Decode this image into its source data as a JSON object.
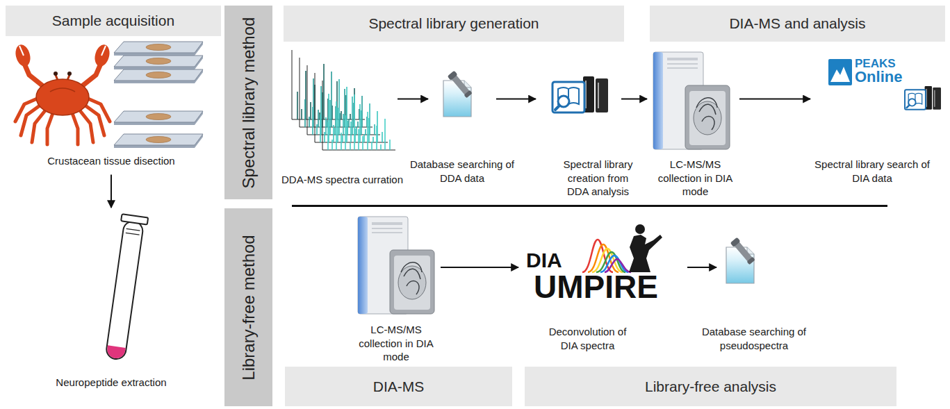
{
  "diagram": {
    "nodes": [
      {
        "text": [
          "Sample acquisition"
        ]
      },
      {
        "text": [
          "Spectral library generation"
        ]
      },
      {
        "text": [
          "DIA-MS and analysis"
        ]
      },
      {
        "text": [
          "Spectral library method"
        ]
      },
      {
        "text": [
          "Crustacean tissue disection"
        ]
      },
      {
        "text": [
          "DDA-MS spectra curration"
        ]
      },
      {
        "text": [
          "Database searching of DDA data"
        ]
      },
      {
        "text": [
          "Spectral library creation from DDA analysis"
        ]
      },
      {
        "text": [
          "LC-MS/MS collection in DIA mode"
        ]
      },
      {
        "text": [
          "Spectral library search of DIA data"
        ]
      },
      {
        "text": [
          "Neuropeptide extraction"
        ]
      },
      {
        "text": [
          "Library-free method"
        ]
      },
      {
        "text": [
          "LC-MS/MS collection in DIA mode"
        ]
      },
      {
        "text": [
          "Deconvolution of DIA spectra"
        ]
      },
      {
        "text": [
          "Database searching of pseudospectra"
        ]
      },
      {
        "text": [
          "DIA-MS"
        ]
      },
      {
        "text": [
          "Library-free analysis"
        ]
      }
    ],
    "edges": [
      {
        "from": 4,
        "to": 10,
        "arrow": "to"
      },
      {
        "from": 5,
        "to": 6,
        "arrow": "to"
      },
      {
        "from": 6,
        "to": 7,
        "arrow": "to"
      },
      {
        "from": 7,
        "to": 8,
        "arrow": "to"
      },
      {
        "from": 8,
        "to": 9,
        "arrow": "to"
      },
      {
        "from": 12,
        "to": 13,
        "arrow": "to"
      },
      {
        "from": 13,
        "to": 14,
        "arrow": "to"
      }
    ],
    "labels": [
      "PEAKS",
      "Online",
      "DIA",
      "UMPIRE"
    ]
  }
}
